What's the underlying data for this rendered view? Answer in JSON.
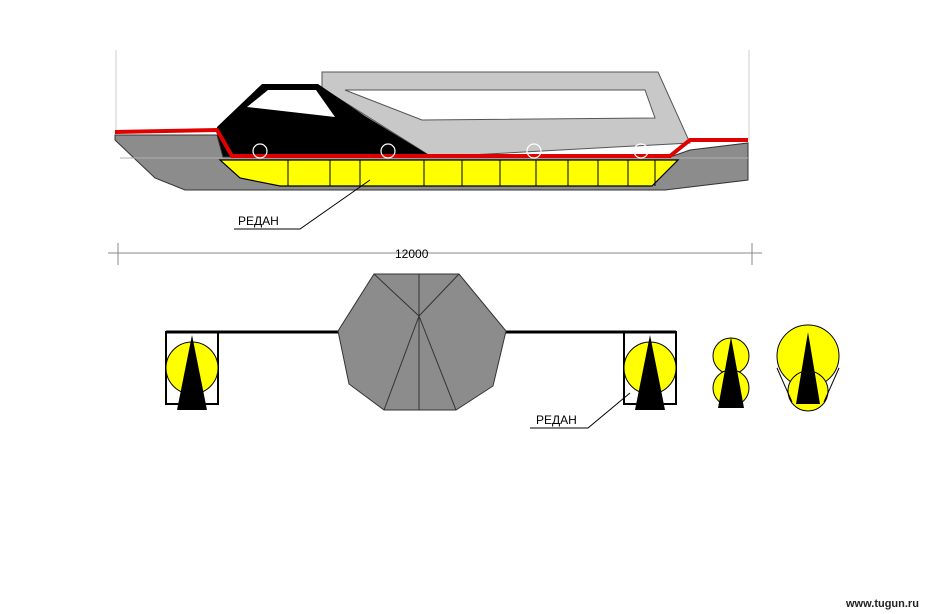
{
  "labels": {
    "step_side": "РЕДАН",
    "dimension": "12000",
    "step_front": "РЕДАН"
  },
  "watermark": "www.tugun.ru",
  "colors": {
    "hull_grey": "#8c8c8c",
    "cabin_grey": "#c8c8c8",
    "float_yellow": "#ffff00",
    "stripe_red": "#e00000",
    "cabin_black": "#000000"
  }
}
